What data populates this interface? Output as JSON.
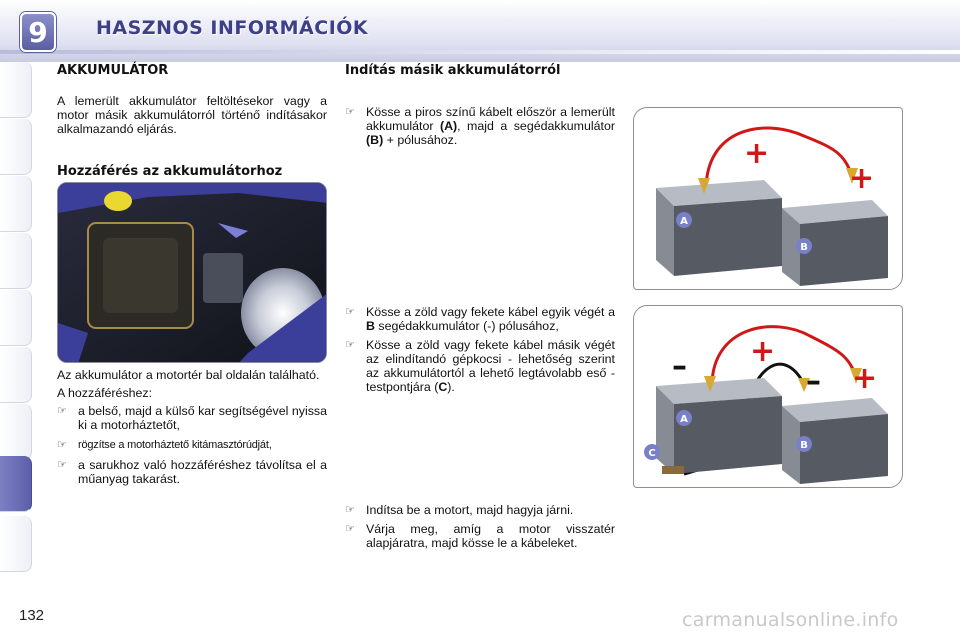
{
  "header": {
    "chapter_number": "9",
    "title": "HASZNOS INFORMÁCIÓK"
  },
  "left": {
    "section_title": "AKKUMULÁTOR",
    "intro": "A lemerült akkumulátor feltöltésekor vagy a motor másik akkumulátorról történő indításakor alkalmazandó eljárás.",
    "access_title": "Hozzáférés az akkumulátorhoz",
    "location_text": "Az akkumulátor a motortér bal oldalán található.",
    "access_lead": "A hozzáféréshez:",
    "bullets": [
      "a belső, majd a külső kar segítségével nyissa ki a motorháztetőt,",
      "rögzítse a motorháztető kitámasztórúdját,",
      "a sarukhoz való hozzáféréshez távolítsa el a műanyag takarást."
    ]
  },
  "right": {
    "section_title": "Indítás másik akkumulátorról",
    "step1": {
      "before_a": "Kösse a piros színű kábelt először a lemerült akkumulátor ",
      "label_a": "(A)",
      "between": ", majd a segédakkumulátor ",
      "label_b": "(B)",
      "after_b": " + pólusához."
    },
    "step2": {
      "before_b": "Kösse a zöld vagy fekete kábel egyik végét a ",
      "label_b": "B",
      "after_b": " segédakkumulátor (-) pólusához,"
    },
    "step3": {
      "before_c": "Kösse a zöld vagy fekete kábel másik végét az elindítandó gépkocsi - lehetőség szerint az akkumulátortól a lehető legtávolabb eső - testpontjára (",
      "label_c": "C",
      "after_c": ")."
    },
    "step4": "Indítsa be a motort, majd hagyja járni.",
    "step5": "Várja meg, amíg a motor visszatér alapjáratra, majd kösse le a kábeleket."
  },
  "diagram": {
    "battery_a": "A",
    "battery_b": "B",
    "ground_c": "C",
    "plus": "+",
    "minus": "–"
  },
  "footer": {
    "page_number": "132",
    "watermark": "carmanualsonline.info"
  },
  "colors": {
    "header_accent": "#3d4088",
    "badge": "#6a6eb2",
    "cable_positive": "#d01818",
    "cable_negative": "#111111"
  },
  "icons": {
    "bullet": "pointing-hand-icon"
  }
}
